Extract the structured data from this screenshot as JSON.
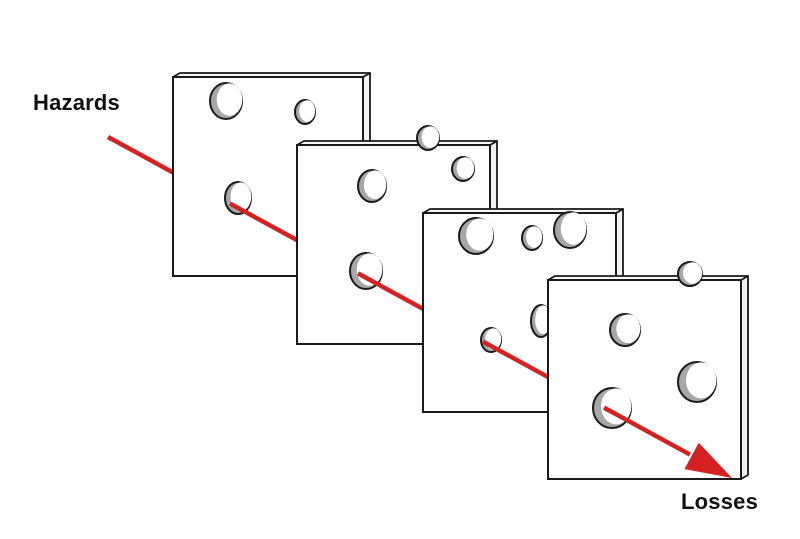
{
  "labels": {
    "input": "Hazards",
    "output": "Losses"
  },
  "colors": {
    "trajectory": "#d42222",
    "slice_face": "#ffffff",
    "slice_edge": "#ffffff",
    "outline": "#1a1a1a",
    "hole_shadow": "#a7a7a7"
  },
  "diagram": {
    "type": "swiss-cheese-model",
    "slice_count": 4,
    "arrow_icon": "arrow-head-icon"
  }
}
